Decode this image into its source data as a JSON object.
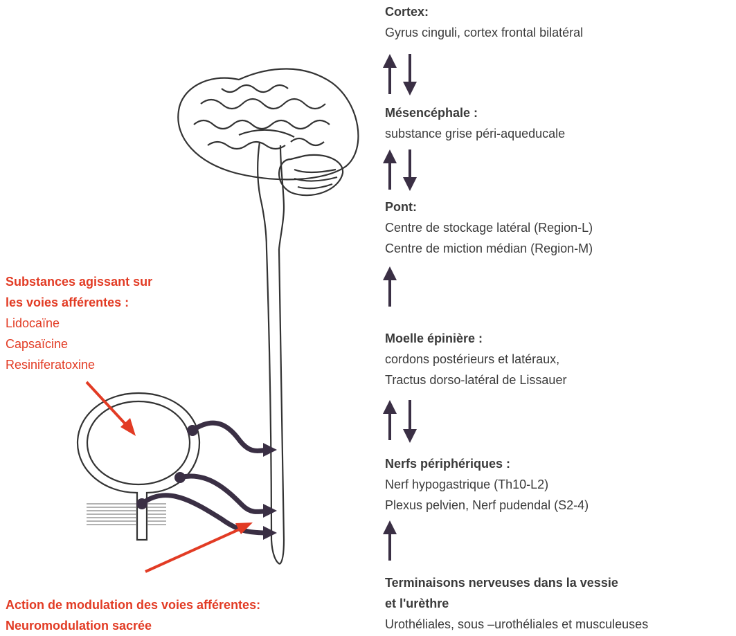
{
  "colors": {
    "arrow": "#3a2f44",
    "red": "#e23b24",
    "outline": "#333333",
    "text": "#3a3a3a"
  },
  "levels": [
    {
      "id": "cortex",
      "title": "Cortex:",
      "lines": [
        "Gyrus cinguli, cortex frontal bilatéral"
      ]
    },
    {
      "id": "mesencephale",
      "title": "Mésencéphale :",
      "lines": [
        "substance grise péri-aqueducale"
      ]
    },
    {
      "id": "pont",
      "title": "Pont:",
      "lines": [
        "Centre de stockage latéral (Region-L)",
        "Centre de miction médian (Region-M)"
      ]
    },
    {
      "id": "moelle",
      "title": "Moelle épinière :",
      "lines": [
        "cordons postérieurs et latéraux,",
        "Tractus dorso-latéral de Lissauer"
      ]
    },
    {
      "id": "nerfs",
      "title": "Nerfs périphériques :",
      "lines": [
        "Nerf hypogastrique (Th10-L2)",
        "Plexus pelvien, Nerf pudendal (S2-4)"
      ]
    },
    {
      "id": "terminaisons",
      "title": "Terminaisons nerveuses dans la vessie",
      "lines": [
        "et l'urèthre",
        "Urothéliales, sous –urothéliales et musculeuses"
      ]
    }
  ],
  "substances": {
    "title": "Substances agissant sur",
    "subtitle": "les voies afférentes :",
    "items": [
      "Lidocaïne",
      "Capsaïcine",
      "Resiniferatoxine"
    ]
  },
  "modulation": {
    "title": "Action de modulation des voies afférentes:",
    "subtitle": "Neuromodulation sacrée"
  }
}
